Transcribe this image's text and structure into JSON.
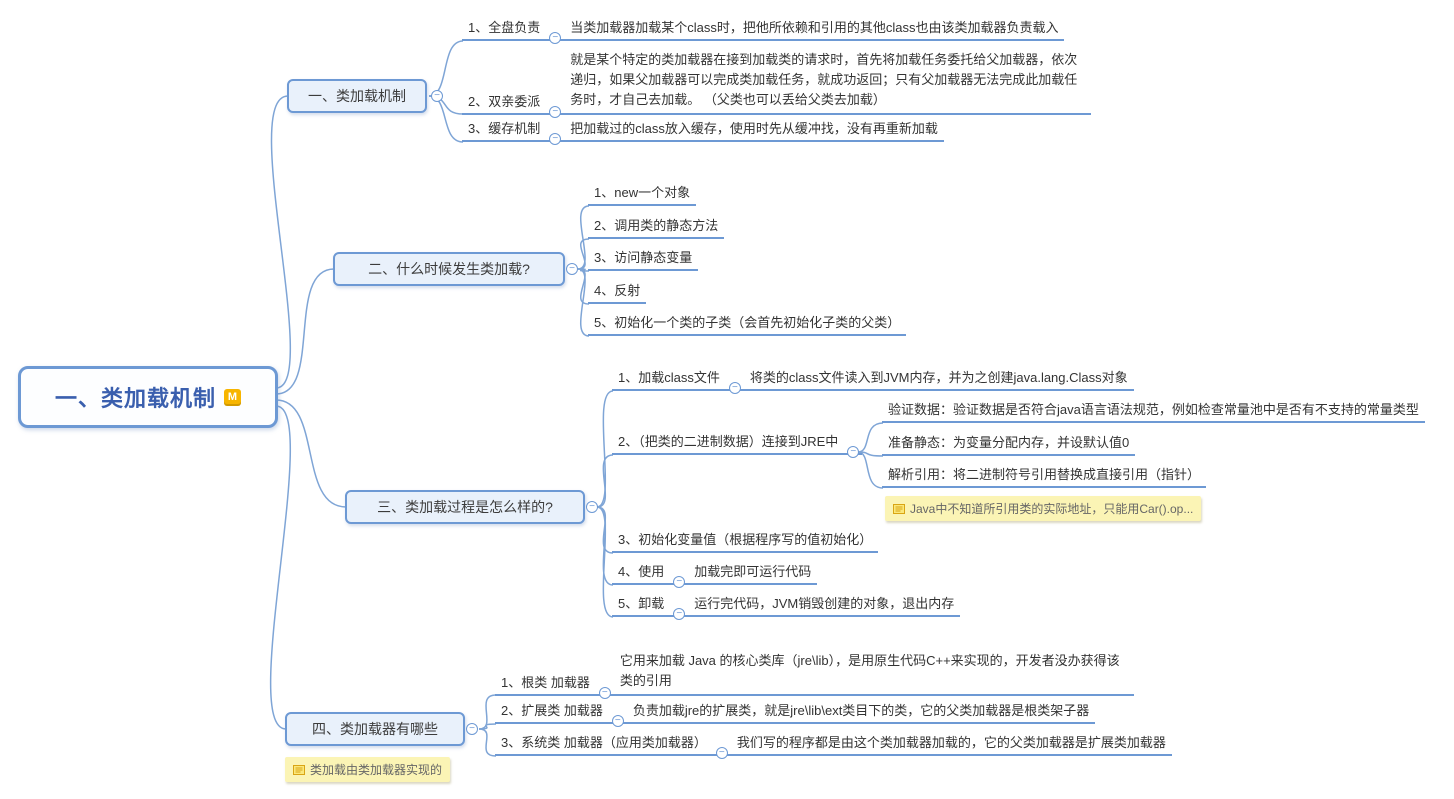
{
  "root": {
    "title": "一、类加载机制",
    "badge": "M"
  },
  "icons": {
    "collapse": "−"
  },
  "branches": {
    "b1": {
      "title": "一、类加载机制",
      "children": {
        "c1": {
          "label": "1、全盘负责",
          "detail": "当类加载器加载某个class时，把他所依赖和引用的其他class也由该类加载器负责载入"
        },
        "c2": {
          "label": "2、双亲委派",
          "detail": "就是某个特定的类加载器在接到加载类的请求时，首先将加载任务委托给父加载器，依次递归，如果父加载器可以完成类加载任务，就成功返回；只有父加载器无法完成此加载任务时，才自己去加载。 （父类也可以丢给父类去加载）"
        },
        "c3": {
          "label": "3、缓存机制",
          "detail": "把加载过的class放入缓存，使用时先从缓冲找，没有再重新加载"
        }
      }
    },
    "b2": {
      "title": "二、什么时候发生类加载?",
      "children": {
        "c1": {
          "label": "1、new一个对象"
        },
        "c2": {
          "label": "2、调用类的静态方法"
        },
        "c3": {
          "label": "3、访问静态变量"
        },
        "c4": {
          "label": "4、反射"
        },
        "c5": {
          "label": "5、初始化一个类的子类（会首先初始化子类的父类）"
        }
      }
    },
    "b3": {
      "title": "三、类加载过程是怎么样的?",
      "children": {
        "c1": {
          "label": "1、加载class文件",
          "detail": "将类的class文件读入到JVM内存，并为之创建java.lang.Class对象"
        },
        "c2": {
          "label": "2、（把类的二进制数据）连接到JRE中",
          "children": {
            "g1": {
              "label": "验证数据：验证数据是否符合java语言语法规范，例如检查常量池中是否有不支持的常量类型"
            },
            "g2": {
              "label": "准备静态：为变量分配内存，并设默认值0"
            },
            "g3": {
              "label": "解析引用：将二进制符号引用替换成直接引用（指针）",
              "note": "Java中不知道所引用类的实际地址，只能用Car().op..."
            }
          }
        },
        "c3": {
          "label": "3、初始化变量值（根据程序写的值初始化）"
        },
        "c4": {
          "label": "4、使用",
          "detail": "加载完即可运行代码"
        },
        "c5": {
          "label": "5、卸载",
          "detail": "运行完代码，JVM销毁创建的对象，退出内存"
        }
      }
    },
    "b4": {
      "title": "四、类加载器有哪些",
      "note": "类加载由类加载器实现的",
      "children": {
        "c1": {
          "label": "1、根类 加载器",
          "detail": "它用来加载 Java 的核心类库（jre\\lib），是用原生代码C++来实现的，开发者没办获得该类的引用"
        },
        "c2": {
          "label": "2、扩展类 加载器",
          "detail": "负责加载jre的扩展类，就是jre\\lib\\ext类目下的类，它的父类加载器是根类架子器"
        },
        "c3": {
          "label": "3、系统类 加载器（应用类加载器）",
          "detail": "我们写的程序都是由这个类加载器加载的，它的父类加载器是扩展类加载器"
        }
      }
    }
  },
  "colors": {
    "line": "#7FA5D6",
    "underline": "#6D99D4",
    "box_bg": "#E9F1FB",
    "root_text": "#3A5FAE",
    "note_bg": "#FBF4B5",
    "badge_bg": "#F7B500"
  }
}
